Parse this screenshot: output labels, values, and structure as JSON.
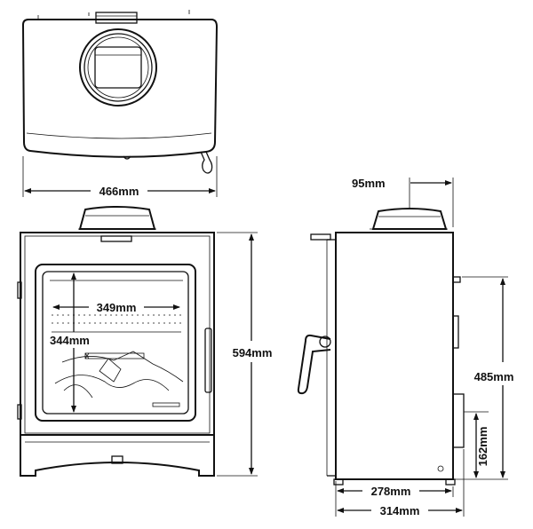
{
  "colors": {
    "ink": "#111111",
    "background": "#ffffff"
  },
  "views": {
    "top": {
      "name": "top-view"
    },
    "front": {
      "name": "front-view"
    },
    "side": {
      "name": "side-view"
    }
  },
  "dimensions": {
    "top_width": "466mm",
    "front_height": "594mm",
    "window_width": "349mm",
    "window_height": "344mm",
    "flue_offset": "95mm",
    "rear_outlet_height": "485mm",
    "air_inlet_height": "162mm",
    "side_depth_inner": "278mm",
    "side_depth_total": "314mm"
  }
}
